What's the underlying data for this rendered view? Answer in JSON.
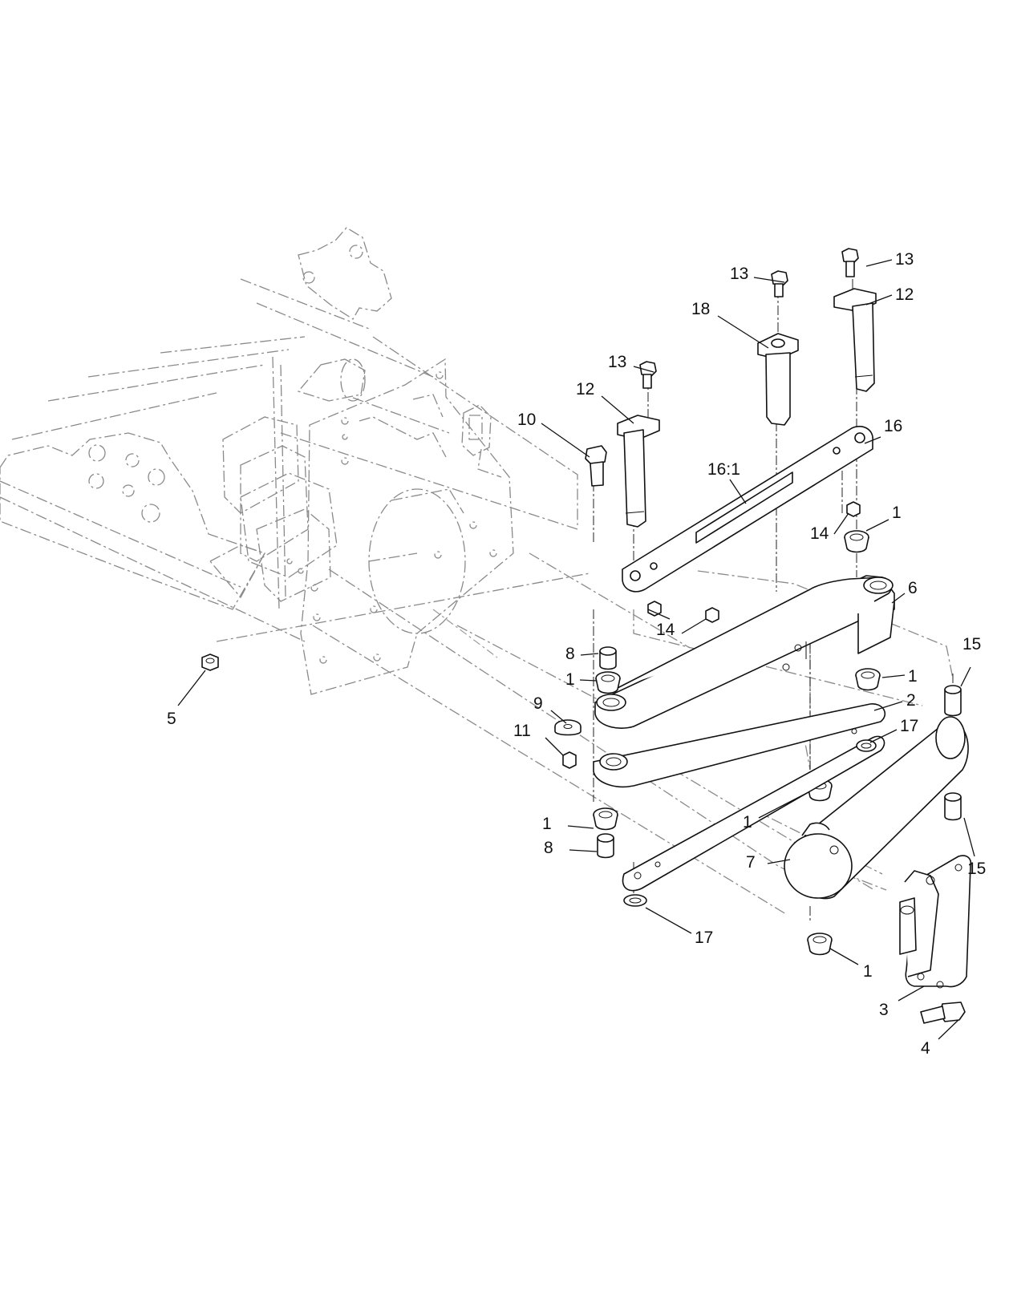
{
  "callouts": [
    {
      "id": "c13a",
      "text": "13"
    },
    {
      "id": "c13b",
      "text": "13"
    },
    {
      "id": "c12a",
      "text": "12"
    },
    {
      "id": "c18",
      "text": "18"
    },
    {
      "id": "c13c",
      "text": "13"
    },
    {
      "id": "c12b",
      "text": "12"
    },
    {
      "id": "c10",
      "text": "10"
    },
    {
      "id": "c16",
      "text": "16"
    },
    {
      "id": "c16_1",
      "text": "16:1"
    },
    {
      "id": "c14a",
      "text": "14"
    },
    {
      "id": "c1a",
      "text": "1"
    },
    {
      "id": "c6",
      "text": "6"
    },
    {
      "id": "c14b",
      "text": "14"
    },
    {
      "id": "c8a",
      "text": "8"
    },
    {
      "id": "c15a",
      "text": "15"
    },
    {
      "id": "c1b",
      "text": "1"
    },
    {
      "id": "c1c",
      "text": "1"
    },
    {
      "id": "c9",
      "text": "9"
    },
    {
      "id": "c2",
      "text": "2"
    },
    {
      "id": "c5",
      "text": "5"
    },
    {
      "id": "c11",
      "text": "11"
    },
    {
      "id": "c17a",
      "text": "17"
    },
    {
      "id": "c1d",
      "text": "1"
    },
    {
      "id": "c1e",
      "text": "1"
    },
    {
      "id": "c8b",
      "text": "8"
    },
    {
      "id": "c15b",
      "text": "15"
    },
    {
      "id": "c7",
      "text": "7"
    },
    {
      "id": "c17b",
      "text": "17"
    },
    {
      "id": "c1f",
      "text": "1"
    },
    {
      "id": "c3",
      "text": "3"
    },
    {
      "id": "c4",
      "text": "4"
    }
  ]
}
